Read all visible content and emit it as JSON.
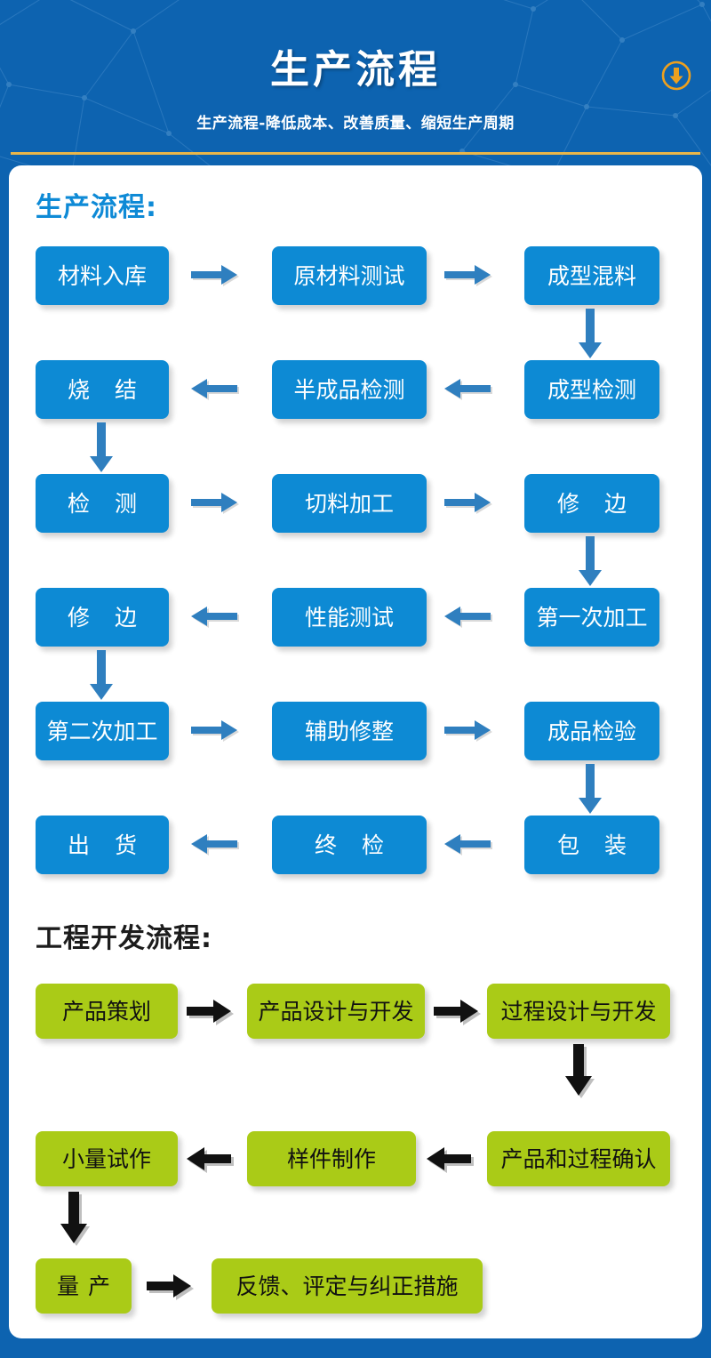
{
  "header": {
    "title": "生产流程",
    "subtitle": "生产流程-降低成本、改善质量、缩短生产周期",
    "download_icon": "download-circle-icon",
    "bg_color": "#0d63b0",
    "rule_color": "#e9b64a",
    "icon_color": "#eda01e"
  },
  "sections": [
    {
      "id": "production",
      "title": "生产流程:",
      "title_color": "#0e8ad6",
      "box_color": "#0d8ad4",
      "text_color": "#ffffff",
      "arrow_color": "#2f7fbf",
      "rows": [
        {
          "direction": "right",
          "boxes": [
            "材料入库",
            "原材料测试",
            "成型混料"
          ]
        },
        {
          "direction": "left",
          "boxes": [
            "成型检测",
            "半成品检测",
            "烧 结"
          ]
        },
        {
          "direction": "right",
          "boxes": [
            "检 测",
            "切料加工",
            "修 边"
          ]
        },
        {
          "direction": "left",
          "boxes": [
            "第一次加工",
            "性能测试",
            "修 边"
          ]
        },
        {
          "direction": "right",
          "boxes": [
            "第二次加工",
            "辅助修整",
            "成品检验"
          ]
        },
        {
          "direction": "left",
          "boxes": [
            "包 装",
            "终 检",
            "出 货"
          ]
        }
      ]
    },
    {
      "id": "engineering",
      "title": "工程开发流程:",
      "title_color": "#1c1c1c",
      "box_color": "#aacb17",
      "text_color": "#111111",
      "arrow_color": "#111111",
      "rows": [
        {
          "direction": "right",
          "boxes": [
            "产品策划",
            "产品设计与开发",
            "过程设计与开发"
          ]
        },
        {
          "direction": "left",
          "boxes": [
            "产品和过程确认",
            "样件制作",
            "小量试作"
          ]
        },
        {
          "direction": "right",
          "boxes": [
            "量产",
            "反馈、评定与纠正措施"
          ]
        }
      ]
    }
  ],
  "nodes": {
    "p_r1c1": "材料入库",
    "p_r1c2": "原材料测试",
    "p_r1c3": "成型混料",
    "p_r2c1": "烧 结",
    "p_r2c2": "半成品检测",
    "p_r2c3": "成型检测",
    "p_r3c1": "检 测",
    "p_r3c2": "切料加工",
    "p_r3c3": "修 边",
    "p_r4c1": "修 边",
    "p_r4c2": "性能测试",
    "p_r4c3": "第一次加工",
    "p_r5c1": "第二次加工",
    "p_r5c2": "辅助修整",
    "p_r5c3": "成品检验",
    "p_r6c1": "出 货",
    "p_r6c2": "终 检",
    "p_r6c3": "包 装",
    "e_r1c1": "产品策划",
    "e_r1c2": "产品设计与开发",
    "e_r1c3": "过程设计与开发",
    "e_r2c1": "小量试作",
    "e_r2c2": "样件制作",
    "e_r2c3": "产品和过程确认",
    "e_r3c1": "量产",
    "e_r3c2": "反馈、评定与纠正措施"
  },
  "section_titles": {
    "production": "生产流程:",
    "engineering": "工程开发流程:"
  }
}
